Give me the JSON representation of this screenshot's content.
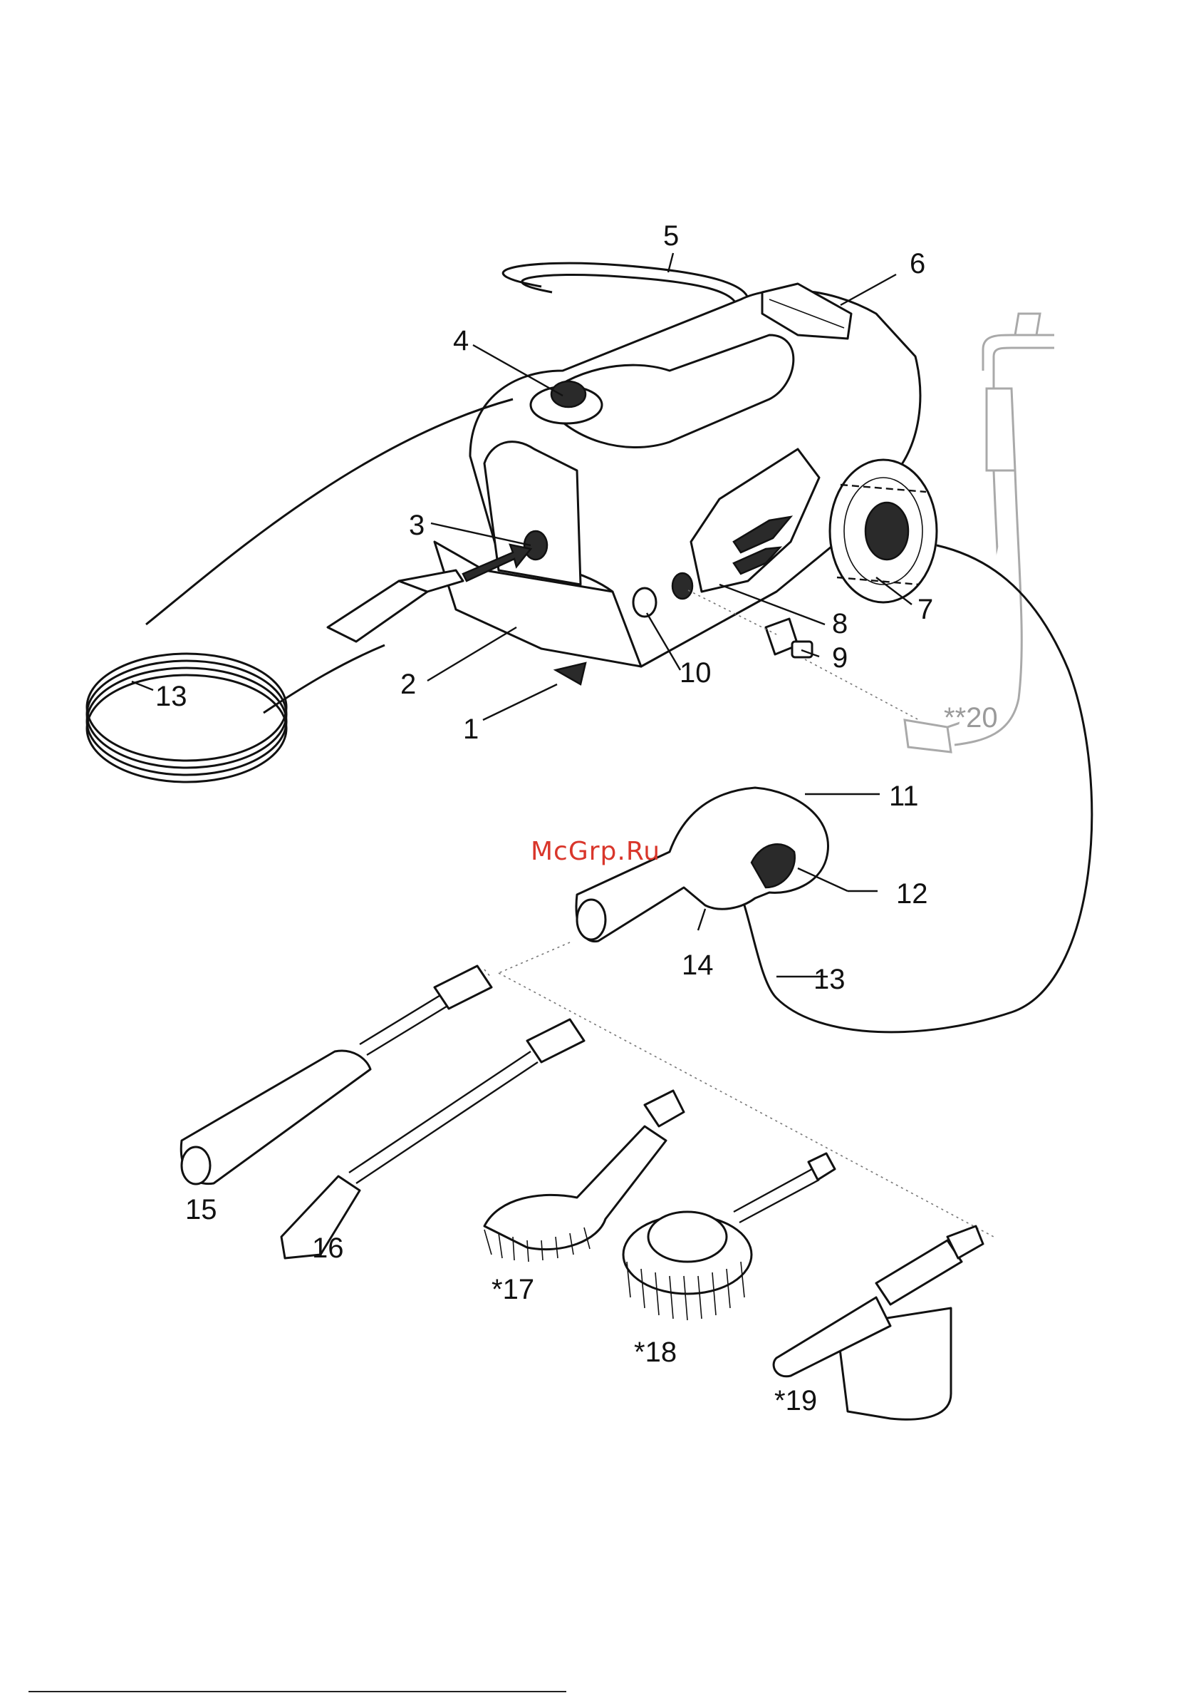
{
  "watermark": "McGrp.Ru",
  "callouts": {
    "c1": "1",
    "c2": "2",
    "c3": "3",
    "c4": "4",
    "c5": "5",
    "c6": "6",
    "c7": "7",
    "c8": "8",
    "c9": "9",
    "c10": "10",
    "c11": "11",
    "c12": "12",
    "c13_left": "13",
    "c13_right": "13",
    "c14": "14",
    "c15": "15",
    "c16": "16",
    "c17": "*17",
    "c18": "*18",
    "c19": "*19",
    "c20": "**20"
  },
  "colors": {
    "watermark": "#d9362b",
    "ink": "#111111",
    "optional_part": "#a9a9a9"
  }
}
